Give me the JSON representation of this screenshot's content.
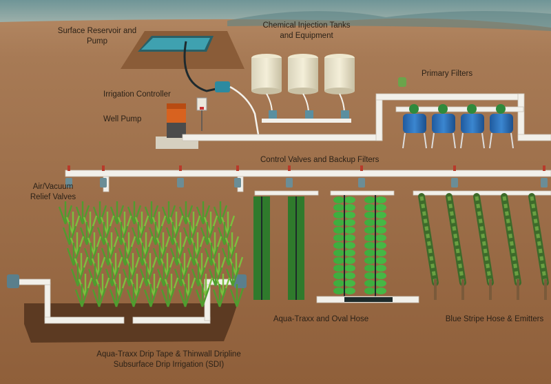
{
  "title": "Drip Irrigation System Overview",
  "labels": {
    "reservoir": [
      "Surface Reservoir and",
      "Pump"
    ],
    "tanks": [
      "Chemical Injection Tanks",
      "and Equipment"
    ],
    "primary_filters": "Primary Filters",
    "controller": "Irrigation Controller",
    "well_pump": "Well Pump",
    "control_valves": "Control Valves and Backup Filters",
    "air_vacuum": [
      "Air/Vacuum",
      "Relief Valves"
    ],
    "oval_hose": "Aqua-Traxx and Oval Hose",
    "blue_stripe": "Blue Stripe Hose & Emitters",
    "sdi": [
      "Aqua-Traxx Drip Tape & Thinwall Dripline",
      "Subsurface Drip Irrigation (SDI)"
    ]
  },
  "colors": {
    "soil": "#9a6a44",
    "sky": "#7f9e9b",
    "pipe": "#f2f0ea",
    "filter": "#2f6fb8",
    "pump": "#d8621f",
    "plant": "#5aa83a"
  }
}
